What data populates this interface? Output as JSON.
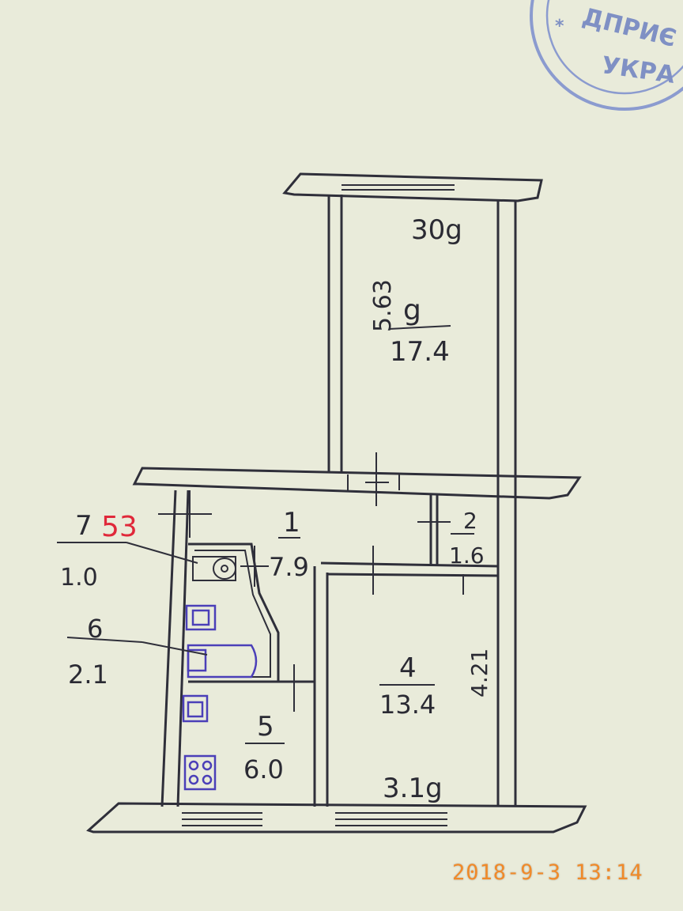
{
  "stamp": {
    "text_line1": "ДПРИЄ",
    "text_line2": "УКРА",
    "star": "*",
    "color": "#7f90c4"
  },
  "plan": {
    "ink_color": "#2f2f3a",
    "red_color": "#e0283a",
    "fixture_color": "#4b3fb8",
    "top_width_label": "30g",
    "room3": {
      "number": "g",
      "area": "17.4",
      "length": "5.63"
    },
    "room1": {
      "number": "1",
      "area": "7.9"
    },
    "room2": {
      "number": "2",
      "area": "1.6"
    },
    "room4": {
      "number": "4",
      "area": "13.4",
      "length": "4.21"
    },
    "room5": {
      "number": "5",
      "area": "6.0"
    },
    "room6": {
      "number": "6",
      "area": "2.1"
    },
    "room7": {
      "number": "7",
      "area": "1.0"
    },
    "red_mark": "53",
    "bottom_width_label": "3.1g"
  },
  "timestamp": "2018-9-3 13:14"
}
